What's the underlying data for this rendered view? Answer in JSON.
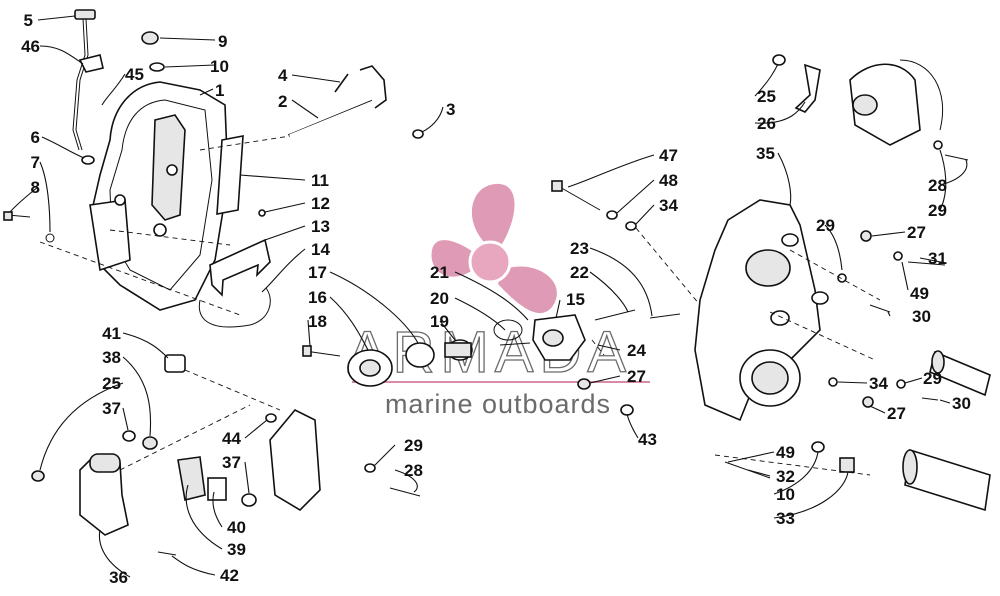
{
  "watermark": {
    "brand": "ARMADA",
    "tagline": "marine outboards",
    "colors": {
      "propeller": "#d98aa8",
      "hub": "#e9a7bf",
      "text": "#6b6b6b",
      "rule": "#d98aa8"
    }
  },
  "callouts": {
    "c5": "5",
    "c46": "46",
    "c9": "9",
    "c10a": "10",
    "c45": "45",
    "c1": "1",
    "c4": "4",
    "c2": "2",
    "c3": "3",
    "c6": "6",
    "c7": "7",
    "c8": "8",
    "c11": "11",
    "c12": "12",
    "c13": "13",
    "c14": "14",
    "c17": "17",
    "c16": "16",
    "c18": "18",
    "c19": "19",
    "c20": "20",
    "c21": "21",
    "c15": "15",
    "c23": "23",
    "c22": "22",
    "c24": "24",
    "c27a": "27",
    "c43": "43",
    "c47": "47",
    "c48": "48",
    "c34a": "34",
    "c35": "35",
    "c25a": "25",
    "c26": "26",
    "c28a": "28",
    "c29a": "29",
    "c29b": "29",
    "c27b": "27",
    "c31": "31",
    "c49a": "49",
    "c30a": "30",
    "c34b": "34",
    "c29c": "29",
    "c27c": "27",
    "c30b": "30",
    "c49b": "49",
    "c32": "32",
    "c10b": "10",
    "c33": "33",
    "c41": "41",
    "c38": "38",
    "c25b": "25",
    "c37a": "37",
    "c44": "44",
    "c29d": "29",
    "c28b": "28",
    "c37b": "37",
    "c40": "40",
    "c39": "39",
    "c36": "36",
    "c42": "42"
  }
}
